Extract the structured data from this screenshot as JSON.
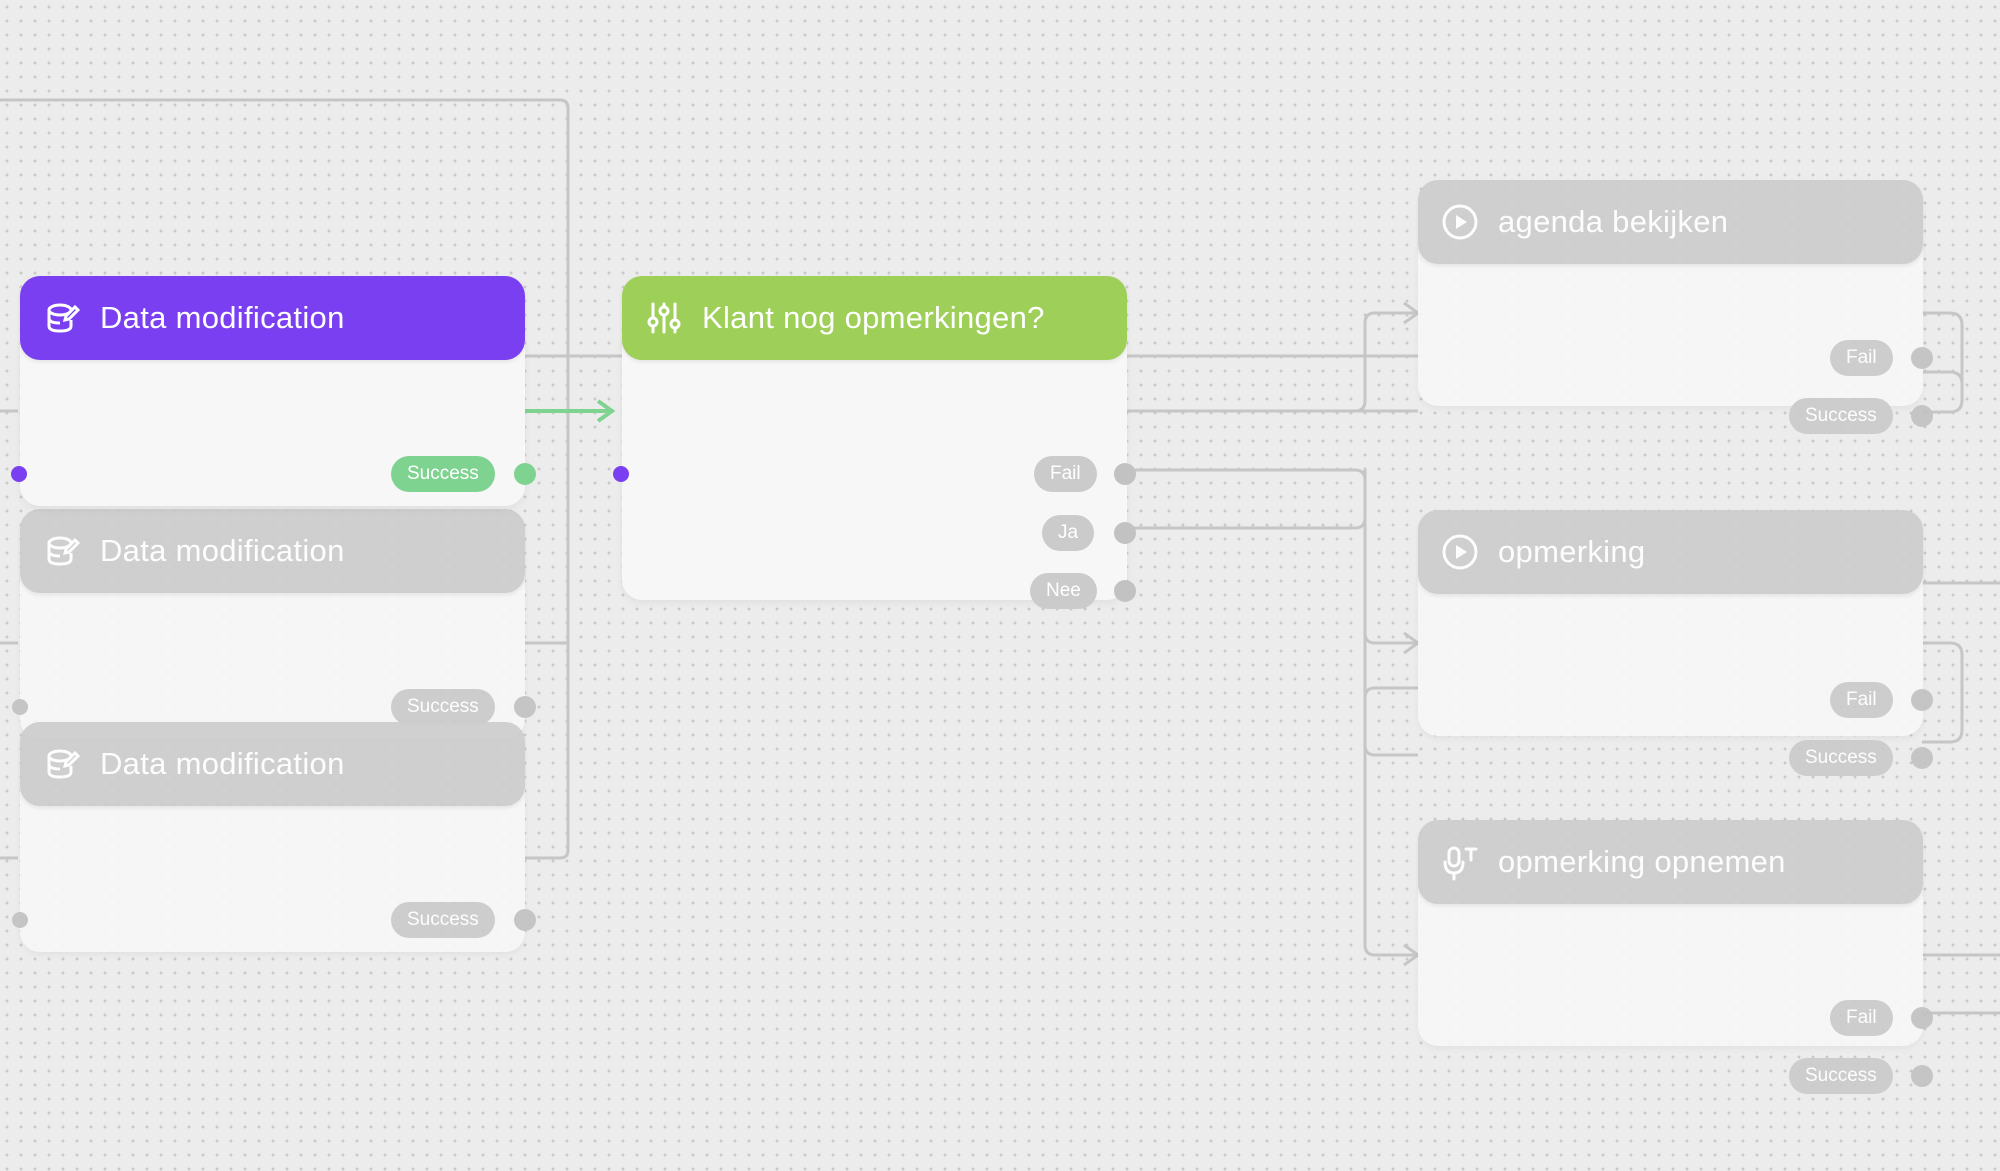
{
  "nodes": {
    "dm1": {
      "title": "Data modification",
      "icon": "database-edit-icon",
      "outputs": [
        "Success"
      ]
    },
    "dm2": {
      "title": "Data modification",
      "icon": "database-edit-icon",
      "outputs": [
        "Success"
      ]
    },
    "dm3": {
      "title": "Data modification",
      "icon": "database-edit-icon",
      "outputs": [
        "Success"
      ]
    },
    "question": {
      "title": "Klant nog opmerkingen?",
      "icon": "sliders-icon",
      "outputs": [
        "Fail",
        "Ja",
        "Nee"
      ]
    },
    "agenda": {
      "title": "agenda bekijken",
      "icon": "play-circle-icon",
      "outputs": [
        "Fail",
        "Success"
      ]
    },
    "opmerking": {
      "title": "opmerking",
      "icon": "play-circle-icon",
      "outputs": [
        "Fail",
        "Success"
      ]
    },
    "opnemen": {
      "title": "opmerking opnemen",
      "icon": "microphone-text-icon",
      "outputs": [
        "Fail",
        "Success"
      ]
    }
  },
  "colors": {
    "active_node": "#7b3ff2",
    "question_node": "#9ecf59",
    "inactive_node": "#cdcdcd",
    "success_active": "#7fd391",
    "wire": "#c6c6c6"
  }
}
